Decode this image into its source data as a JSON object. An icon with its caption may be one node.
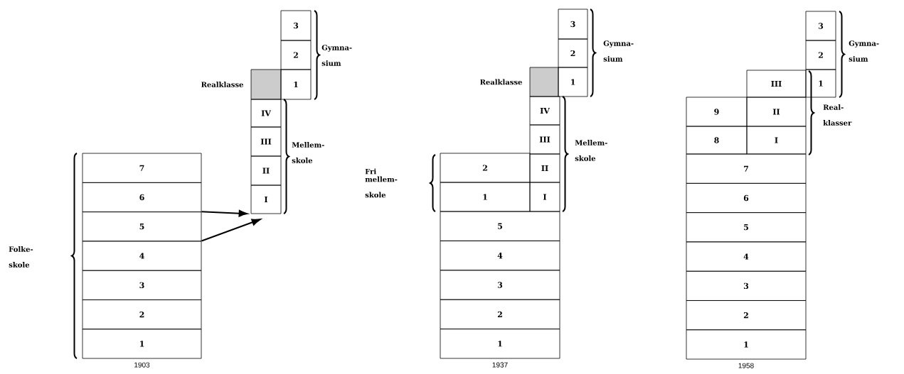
{
  "diagram": {
    "nodes": [
      {
        "text": [
          "3"
        ]
      },
      {
        "text": [
          "2"
        ]
      },
      {
        "text": [],
        "shape": "box",
        "beside": [
          "Realklasse"
        ]
      },
      {
        "text": [
          "1"
        ]
      },
      {
        "text": [
          "IV"
        ]
      },
      {
        "text": [
          "III"
        ]
      },
      {
        "text": [
          "II"
        ]
      },
      {
        "text": [
          "I"
        ]
      },
      {
        "text": [
          "7"
        ]
      },
      {
        "text": [
          "6"
        ]
      },
      {
        "text": [
          "5"
        ]
      },
      {
        "text": [
          "4"
        ]
      },
      {
        "text": [
          "3"
        ]
      },
      {
        "text": [
          "2"
        ]
      },
      {
        "text": [
          "1"
        ],
        "beside": [
          "1903"
        ]
      },
      {
        "text": [
          "3"
        ]
      },
      {
        "text": [
          "2"
        ]
      },
      {
        "text": [],
        "shape": "box",
        "beside": [
          "Realklasse"
        ]
      },
      {
        "text": [
          "1"
        ]
      },
      {
        "text": [
          "IV"
        ]
      },
      {
        "text": [
          "III"
        ]
      },
      {
        "text": [
          "2"
        ]
      },
      {
        "text": [
          "II"
        ]
      },
      {
        "text": [
          "1"
        ]
      },
      {
        "text": [
          "I"
        ]
      },
      {
        "text": [
          "5"
        ]
      },
      {
        "text": [
          "4"
        ]
      },
      {
        "text": [
          "3"
        ]
      },
      {
        "text": [
          "2"
        ]
      },
      {
        "text": [
          "1"
        ],
        "beside": [
          "1937"
        ]
      },
      {
        "text": [
          "3"
        ]
      },
      {
        "text": [
          "2"
        ]
      },
      {
        "text": [
          "III"
        ]
      },
      {
        "text": [
          "1"
        ]
      },
      {
        "text": [
          "9"
        ]
      },
      {
        "text": [
          "II"
        ]
      },
      {
        "text": [
          "8"
        ]
      },
      {
        "text": [
          "I"
        ]
      },
      {
        "text": [
          "7"
        ]
      },
      {
        "text": [
          "6"
        ]
      },
      {
        "text": [
          "5"
        ]
      },
      {
        "text": [
          "4"
        ]
      },
      {
        "text": [
          "3"
        ]
      },
      {
        "text": [
          "2"
        ]
      },
      {
        "text": [
          "1"
        ],
        "beside": [
          "1958"
        ]
      }
    ],
    "edges": [
      {
        "from": 10,
        "to": 7,
        "arrow": "to"
      },
      {
        "from": 11,
        "to": 7,
        "arrow": "to"
      }
    ],
    "labels": [
      "Gymna- sium",
      "Mellem- skole",
      "Folke- skole",
      "Gymna- sium",
      "Fri mellem- skole",
      "Mellem- skole",
      "Gymna- sium",
      "Real- klasser"
    ]
  }
}
